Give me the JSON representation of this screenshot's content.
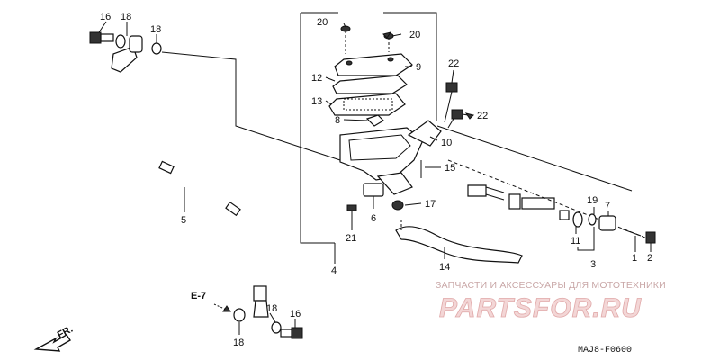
{
  "callouts": {
    "c16a": "16",
    "c18a": "18",
    "c18b": "18",
    "c20a": "20",
    "c20b": "20",
    "c9": "9",
    "c12": "12",
    "c13": "13",
    "c8": "8",
    "c22a": "22",
    "c22b": "22",
    "c10": "10",
    "c15": "15",
    "c6": "6",
    "c17": "17",
    "c21": "21",
    "c4": "4",
    "c5": "5",
    "c19": "19",
    "c7": "7",
    "c11": "11",
    "c3": "3",
    "c1": "1",
    "c2": "2",
    "c14": "14",
    "c18c": "18",
    "c18d": "18",
    "c16b": "16"
  },
  "ref_label": "E-7",
  "direction_label": "FR.",
  "watermark": {
    "tagline": "ЗАПЧАСТИ И АКСЕССУАРЫ ДЛЯ МОТОТЕХНИКИ",
    "brand": "PARTSFOR.RU"
  },
  "diagram_code": "MAJ8-F0600",
  "colors": {
    "line": "#111111",
    "watermark_fill": "#f3d6d6",
    "watermark_stroke": "#e0a8a8"
  }
}
